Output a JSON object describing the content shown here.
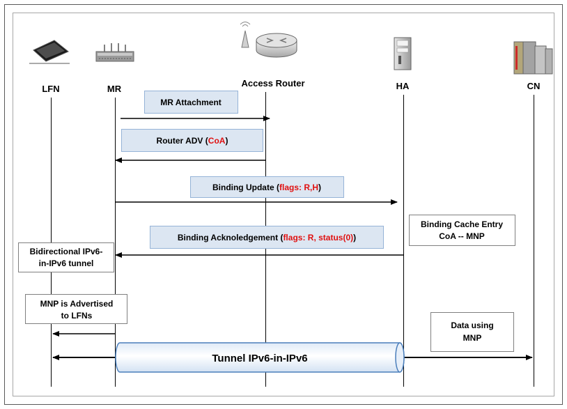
{
  "entities": {
    "lfn": "LFN",
    "mr": "MR",
    "access_router": "Access Router",
    "ha": "HA",
    "cn": "CN"
  },
  "messages": {
    "mr_attachment": "MR Attachment",
    "router_adv_prefix": "Router ADV (",
    "router_adv_coa": "CoA",
    "router_adv_suffix": ")",
    "binding_update_prefix": "Binding Update (",
    "binding_update_flags": "flags: R,H",
    "binding_update_suffix": ")",
    "binding_ack_prefix": "Binding Acknoledgement  (",
    "binding_ack_flags": "flags: R, status(0)",
    "binding_ack_suffix": ")"
  },
  "notes": {
    "binding_cache_line1": "Binding Cache Entry",
    "binding_cache_line2": "CoA -- MNP",
    "bidirectional_line1": "Bidirectional IPv6-",
    "bidirectional_line2": "in-IPv6 tunnel",
    "mnp_advertised_line1": "MNP is Advertised",
    "mnp_advertised_line2": "to LFNs",
    "data_using_line1": "Data using",
    "data_using_line2": "MNP"
  },
  "tunnel": {
    "label": "Tunnel IPv6-in-IPv6"
  },
  "colors": {
    "message_box_fill": "#dce6f2",
    "message_box_stroke": "#95b3d7",
    "highlight_red": "#e01010",
    "tunnel_stroke": "#4a7ebb",
    "note_stroke": "#7f7f7f"
  }
}
